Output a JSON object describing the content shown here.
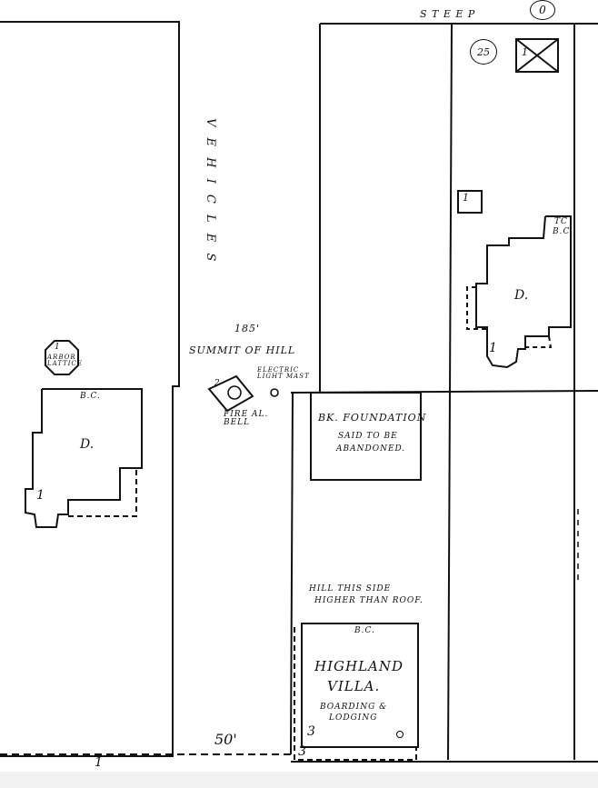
{
  "street": {
    "name": "S T E E P",
    "vehicles_label": "V E H I C L E S",
    "summit_elev": "185'",
    "summit_label": "SUMMIT OF HILL",
    "width_label": "50'"
  },
  "block_number": "25",
  "block_marker": "0",
  "left_parcel": {
    "dwelling_label": "D.",
    "bc_label": "B.C.",
    "story_count": "1",
    "arbor_story": "1",
    "arbor_label": "ARBOR LATTICE",
    "bottom_mark": "1"
  },
  "fire_bell": {
    "story": "2",
    "label": "FIRE AL. BELL"
  },
  "electric_mast": "ELECTRIC LIGHT MAST",
  "right_top_parcel": {
    "outbuilding_story": "1",
    "shed_story": "1",
    "dwelling_label": "D.",
    "tc_label": "TC",
    "bc_label": "B.C.",
    "story_count": "1"
  },
  "foundation": {
    "title": "BK. FOUNDATION",
    "line1": "SAID TO BE",
    "line2": "ABANDONED."
  },
  "hill_note": {
    "line1": "HILL THIS SIDE",
    "line2": "HIGHER THAN ROOF."
  },
  "highland_villa": {
    "bc_label": "B.C.",
    "name1": "HIGHLAND",
    "name2": "VILLA.",
    "use1": "BOARDING &",
    "use2": "LODGING",
    "story": "3",
    "porch_story": "3"
  }
}
